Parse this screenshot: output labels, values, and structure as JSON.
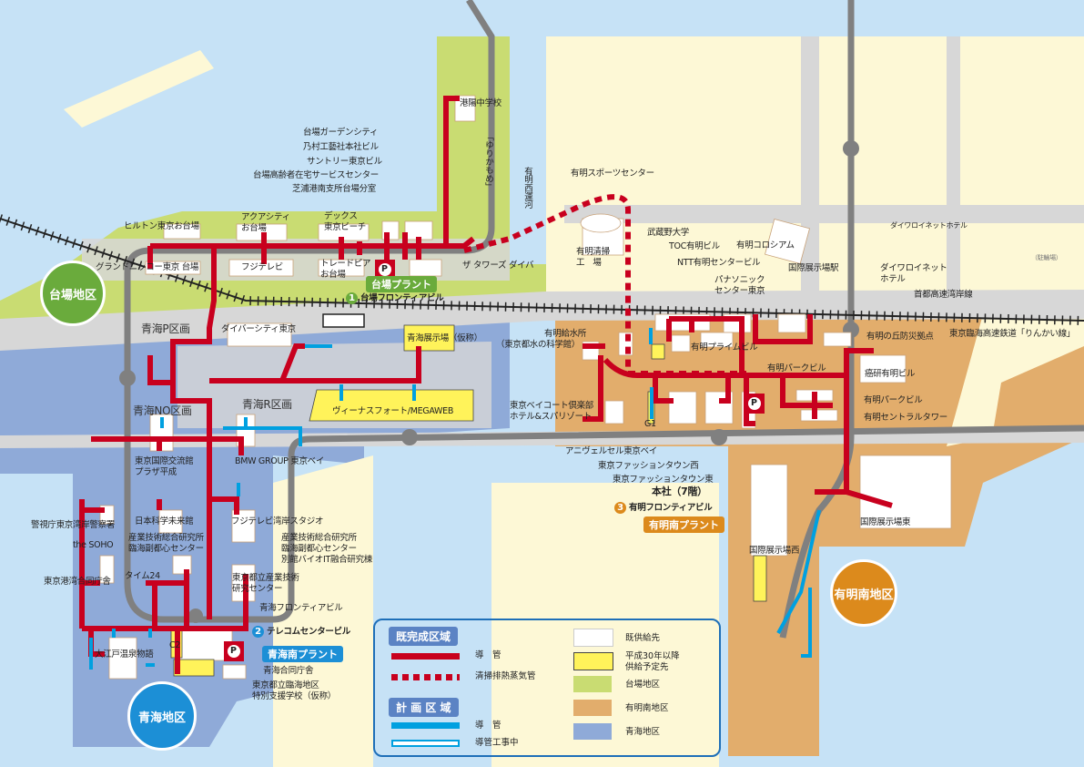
{
  "districts": {
    "daiba": "台場地区",
    "aomi": "青海地区",
    "ariake_minami": "有明南地区"
  },
  "plants": {
    "daiba": {
      "label": "台場プラント",
      "number": "1",
      "building": "台場フロンティアビル"
    },
    "aomi": {
      "label": "青海南プラント",
      "number": "2",
      "building": "テレコムセンタービル"
    },
    "ariake": {
      "label": "有明南プラント",
      "number": "3",
      "building": "有明フロンティアビル",
      "head_office": "本社（7階）"
    }
  },
  "parking_symbol": "P",
  "labels_daiba": [
    "港陽中学校",
    "台場ガーデンシティ",
    "乃村工藝社本社ビル",
    "サントリー東京ビル",
    "台場高齢者在宅サービスセンター",
    "芝浦港南支所台場分室",
    "ヒルトン東京お台場",
    "アクアシティ",
    "お台場",
    "デックス",
    "東京ビーチ",
    "グランドニッコー東京 台場",
    "フジテレビ",
    "トレードピア",
    "お台場",
    "ザ タワーズ ダイバ",
    "「ゆりかもめ」",
    "有明西運河"
  ],
  "labels_aomi": [
    "青海P区画",
    "ダイバーシティ東京",
    "青海展示場（仮称）",
    "青海NO区画",
    "青海R区画",
    "ヴィーナスフォート/MEGAWEB",
    "東京国際交流館",
    "プラザ平成",
    "BMW GROUP 東京ベイ",
    "日本科学未来館",
    "フジテレビ湾岸スタジオ",
    "警視庁東京湾岸警察署",
    "the SOHO",
    "産業技術総合研究所",
    "臨海副都心センター",
    "産業技術総合研究所",
    "臨海副都心センター",
    "別館バイオIT融合研究棟",
    "タイム24",
    "東京港湾合同庁舎",
    "東京都立産業技術",
    "研究センター",
    "青海フロンティアビル",
    "大江戸温泉物語",
    "C2",
    "青海合同庁舎",
    "東京都立臨海地区",
    "特別支援学校（仮称）"
  ],
  "labels_ariake": [
    "有明スポーツセンター",
    "有明清掃",
    "工　場",
    "武蔵野大学",
    "TOC有明ビル",
    "有明コロシアム",
    "NTT有明センタービル",
    "パナソニック",
    "センター東京",
    "国際展示場駅",
    "ダイワロイネットホテル",
    "ダイワロイネット",
    "ホテル",
    "（駐輪場）",
    "首都高速湾岸線",
    "有明給水所",
    "（東京都水の科学館）",
    "有明の丘防災拠点",
    "東京臨海高速鉄道「りんかい線」",
    "有明プライムビル",
    "有明パークビル",
    "癌研有明ビル",
    "有明パークビル",
    "有明セントラルタワー",
    "東京ベイコート倶楽部",
    "ホテル&スパリゾート",
    "G1",
    "アニヴェルセル東京ベイ",
    "東京ファッションタウン西",
    "東京ファッションタウン東",
    "国際展示場東",
    "国際展示場西"
  ],
  "legend": {
    "completed_heading": "既完成区域",
    "planned_heading": "計 画 区 域",
    "pipe": "導　管",
    "steam_pipe": "清掃排熱蒸気管",
    "planned_pipe": "導　管",
    "pipe_under_construction": "導管工事中",
    "supplied": "既供給先",
    "planned_supply_1": "平成30年以降",
    "planned_supply_2": "供給予定先",
    "daiba": "台場地区",
    "ariake": "有明南地区",
    "aomi": "青海地区"
  },
  "colors": {
    "sea": "#c6e2f6",
    "land": "#fdf8d6",
    "road": "#d7d7d7",
    "daiba": "#c9dc72",
    "ariake": "#e2ad6c",
    "aomi": "#8faad8",
    "pipe": "#c8001e",
    "planned_pipe": "#00a0e0",
    "daiba_badge": "#6aab3c",
    "aomi_badge": "#1c8fd6",
    "ariake_badge": "#dc8a1c"
  }
}
